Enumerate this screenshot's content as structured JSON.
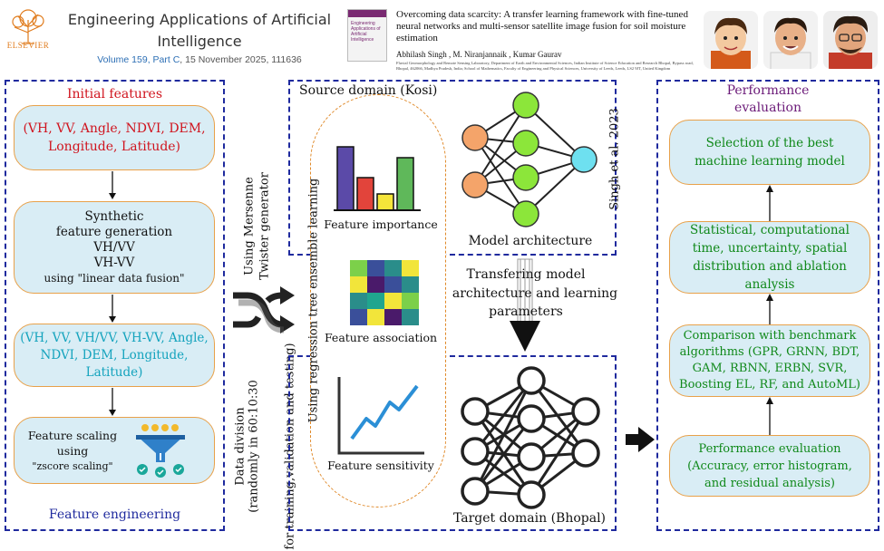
{
  "header": {
    "journal_title": "Engineering Applications of Artificial Intelligence",
    "publisher": "ELSEVIER",
    "volume": "Volume 159, Part C",
    "date_pages": ", 15 November 2025, 111636",
    "paper_title": "Overcoming data scarcity: A transfer learning framework with fine-tuned neural networks and multi-sensor satellite image fusion for soil moisture estimation",
    "authors": "Abhilash Singh , M. Niranjannaik , Kumar Gaurav",
    "affiliations": "Fluvial Geomorphology and Remote Sensing Laboratory, Department of Earth and Environmental Sciences, Indian Institute of Science Education and Research Bhopal, Bypass road, Bhopal, 462066, Madhya Pradesh, India; School of Mathematics, Faculty of Engineering and Physical Sciences, University of Leeds, Leeds, LS2 9JT, United Kingdom",
    "thumb_title": "Engineering Applications of Artificial Intelligence"
  },
  "left": {
    "title": "Initial features",
    "initial": "(VH, VV,  Angle, NDVI, DEM, Longitude, Latitude)",
    "synth_1": "Synthetic",
    "synth_2": "feature generation",
    "synth_3": "VH/VV",
    "synth_4": "VH-VV",
    "synth_5": "using \"linear data fusion\"",
    "all_features": "(VH, VV, VH/VV, VH-VV, Angle, NDVI, DEM, Longitude, Latitude)",
    "scale_1": "Feature scaling",
    "scale_2": "using",
    "scale_3": "\"zscore scaling\"",
    "footer": "Feature engineering"
  },
  "middle_labels": {
    "mersenne_1": "Using Mersenne",
    "mersenne_2": "Twister generator",
    "division_1": "Data division",
    "division_2": "(randomly in 60:10:30",
    "division_3": "for training,validation and testing)",
    "ensemble": "Using regression tree ensemble learning"
  },
  "center": {
    "source_domain": "Source domain (Kosi)",
    "citation": "Singh et al. 2023",
    "feature_importance": "Feature importance",
    "model_architecture": "Model architecture",
    "feature_association": "Feature association",
    "feature_sensitivity": "Feature sensitivity",
    "transfer_1": "Transfering model",
    "transfer_2": "architecture and learning",
    "transfer_3": "parameters",
    "target_domain": "Target domain (Bhopal)"
  },
  "right": {
    "title_1": "Performance",
    "title_2": "evaluation",
    "best_model": "Selection of the best machine learning model",
    "analysis": "Statistical, computational time, uncertainty, spatial distribution and ablation analysis",
    "comparison": "Comparison with benchmark algorithms (GPR, GRNN, BDT, GAM, RBNN, ERBN, SVR, Boosting EL, RF, and AutoML)",
    "perf_eval": "Performance evaluation (Accuracy, error histogram, and residual analysis)"
  },
  "colors": {
    "panel_border": "#1f2a9e",
    "box_fill": "#d9edf5",
    "box_border": "#e8a14a",
    "red_text": "#d0141e",
    "cyan_text": "#14a3bd",
    "green_text": "#10891a",
    "purple_text": "#6b1a78",
    "node_orange": "#f4a46a",
    "node_green": "#8ce63a",
    "node_cyan": "#6ee0f0"
  },
  "icons": [
    "elsevier-tree-logo",
    "journal-cover-thumbnail",
    "author-avatar",
    "bar-chart-icon",
    "neural-network-icon",
    "heatmap-icon",
    "line-chart-icon",
    "shuffle-icon",
    "funnel-icon",
    "right-arrow-icon",
    "down-arrow-icon"
  ]
}
